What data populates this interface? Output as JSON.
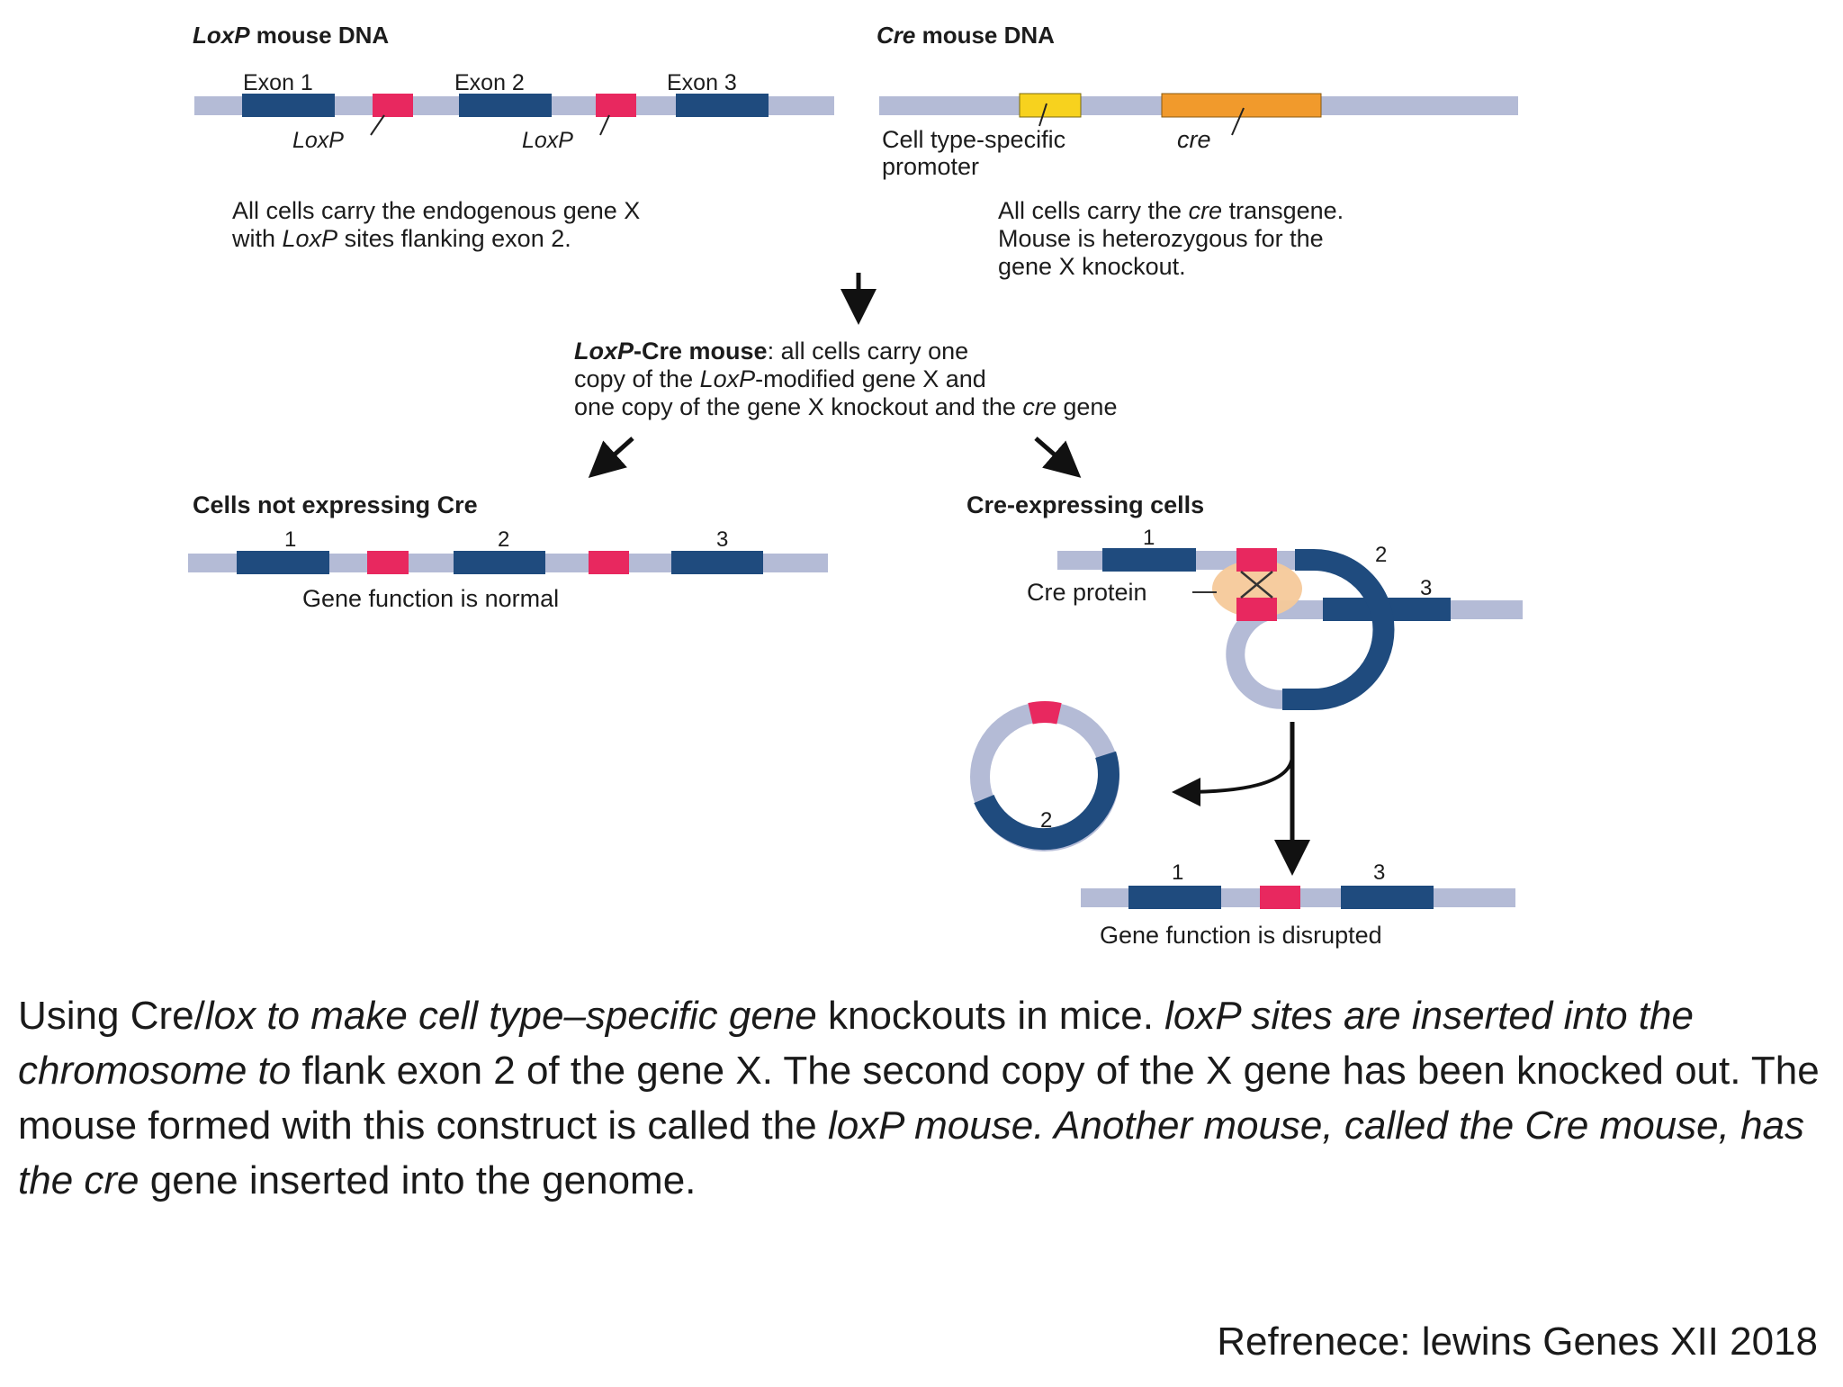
{
  "colors": {
    "dna_backbone": "#b4bbd6",
    "exon": "#1f4b7e",
    "loxp_site": "#e8285f",
    "promoter": "#f7d21e",
    "cre_gene": "#f19a2c",
    "cre_protein": "#f6c99a",
    "text": "#1a1a1a"
  },
  "panel_loxp": {
    "title_italic": "LoxP",
    "title_rest": " mouse DNA",
    "exon1_label": "Exon 1",
    "exon2_label": "Exon 2",
    "exon3_label": "Exon 3",
    "loxp_label_a": "LoxP",
    "loxp_label_b": "LoxP",
    "desc": {
      "line1": "All cells carry the endogenous gene X",
      "line2_pre": "with ",
      "line2_it": "LoxP",
      "line2_post": " sites flanking exon 2."
    }
  },
  "panel_cre": {
    "title_italic": "Cre",
    "title_rest": " mouse DNA",
    "promoter_label_1": "Cell type-specific",
    "promoter_label_2": "promoter",
    "cre_label": "cre",
    "desc": {
      "line1_pre": "All cells carry the ",
      "line1_it": "cre",
      "line1_post": " transgene.",
      "line2": "Mouse is heterozygous for the",
      "line3": "gene X knockout."
    }
  },
  "middle": {
    "line1_bold_it": "LoxP",
    "line1_bold": "-Cre mouse",
    "line1_rest": ": all cells carry one",
    "line2_pre": "copy of the ",
    "line2_it": "LoxP",
    "line2_post": "-modified gene X and",
    "line3_pre": "one copy of the gene X knockout and the ",
    "line3_it": "cre",
    "line3_post": " gene"
  },
  "left_result": {
    "title": "Cells not expressing Cre",
    "num1": "1",
    "num2": "2",
    "num3": "3",
    "status": "Gene function is normal"
  },
  "right_result": {
    "title": "Cre-expressing cells",
    "num1": "1",
    "num2": "2",
    "num3": "3",
    "cre_protein_label": "Cre protein",
    "circle_num": "2",
    "final_num1": "1",
    "final_num3": "3",
    "status": "Gene function is disrupted"
  },
  "caption": {
    "p1": "Using Cre/",
    "p2": "lox to make cell type–specific gene",
    "p3": " knockouts in mice. ",
    "p4": "loxP sites are inserted into the chromosome to",
    "p5": " flank exon 2 of the gene X. The second copy of the X gene has been knocked out. The mouse formed with this construct is called the ",
    "p6": "loxP mouse. Another mouse, called the Cre mouse, has the cre",
    "p7": " gene inserted into the genome."
  },
  "reference": "Refrenece: lewins Genes XII 2018"
}
